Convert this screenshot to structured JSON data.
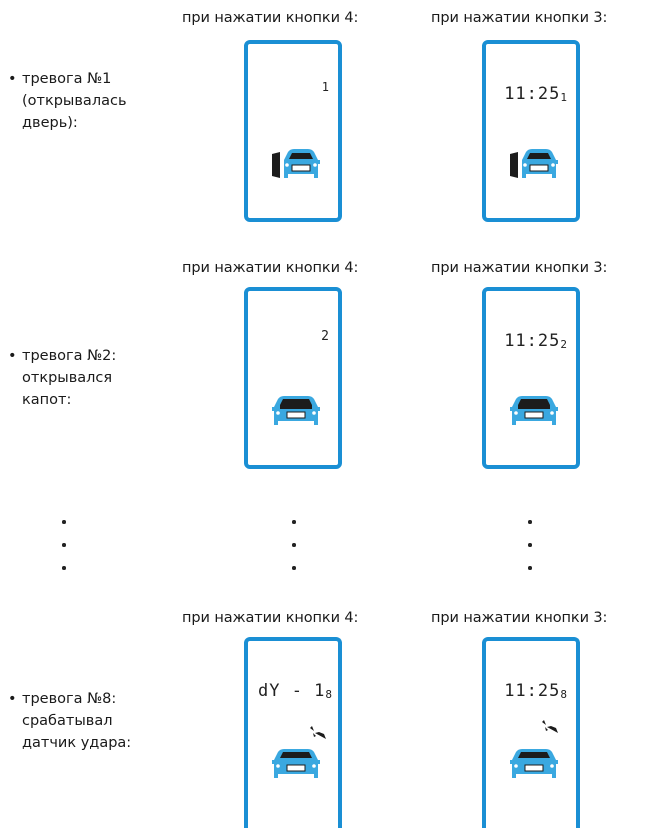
{
  "header_k4": "при нажатии кнопки 4:",
  "header_k3": "при нажатии кнопки 3:",
  "alarms": [
    {
      "bullet": "•",
      "lines": [
        "тревога №1",
        "(открывалась",
        "дверь):"
      ],
      "k4_display": "1",
      "k3_time": "11:25",
      "k3_num": "1"
    },
    {
      "bullet": "•",
      "lines": [
        "тревога №2:",
        "открывался",
        "капот:"
      ],
      "k4_display": "2",
      "k3_time": "11:25",
      "k3_num": "2"
    },
    {
      "bullet": "•",
      "lines": [
        "тревога №8:",
        "срабатывал",
        "датчик удара:"
      ],
      "k4_display": "dY - 1",
      "k4_num": "8",
      "k3_time": "11:25",
      "k3_num": "8"
    }
  ],
  "colors": {
    "frame": "#1a8fd4",
    "car_fill": "#3aa8e0",
    "car_dark": "#1c1c1c"
  },
  "icons": [
    "car-icon",
    "open-door-icon",
    "open-hood-icon",
    "shock-sensor-icon"
  ]
}
